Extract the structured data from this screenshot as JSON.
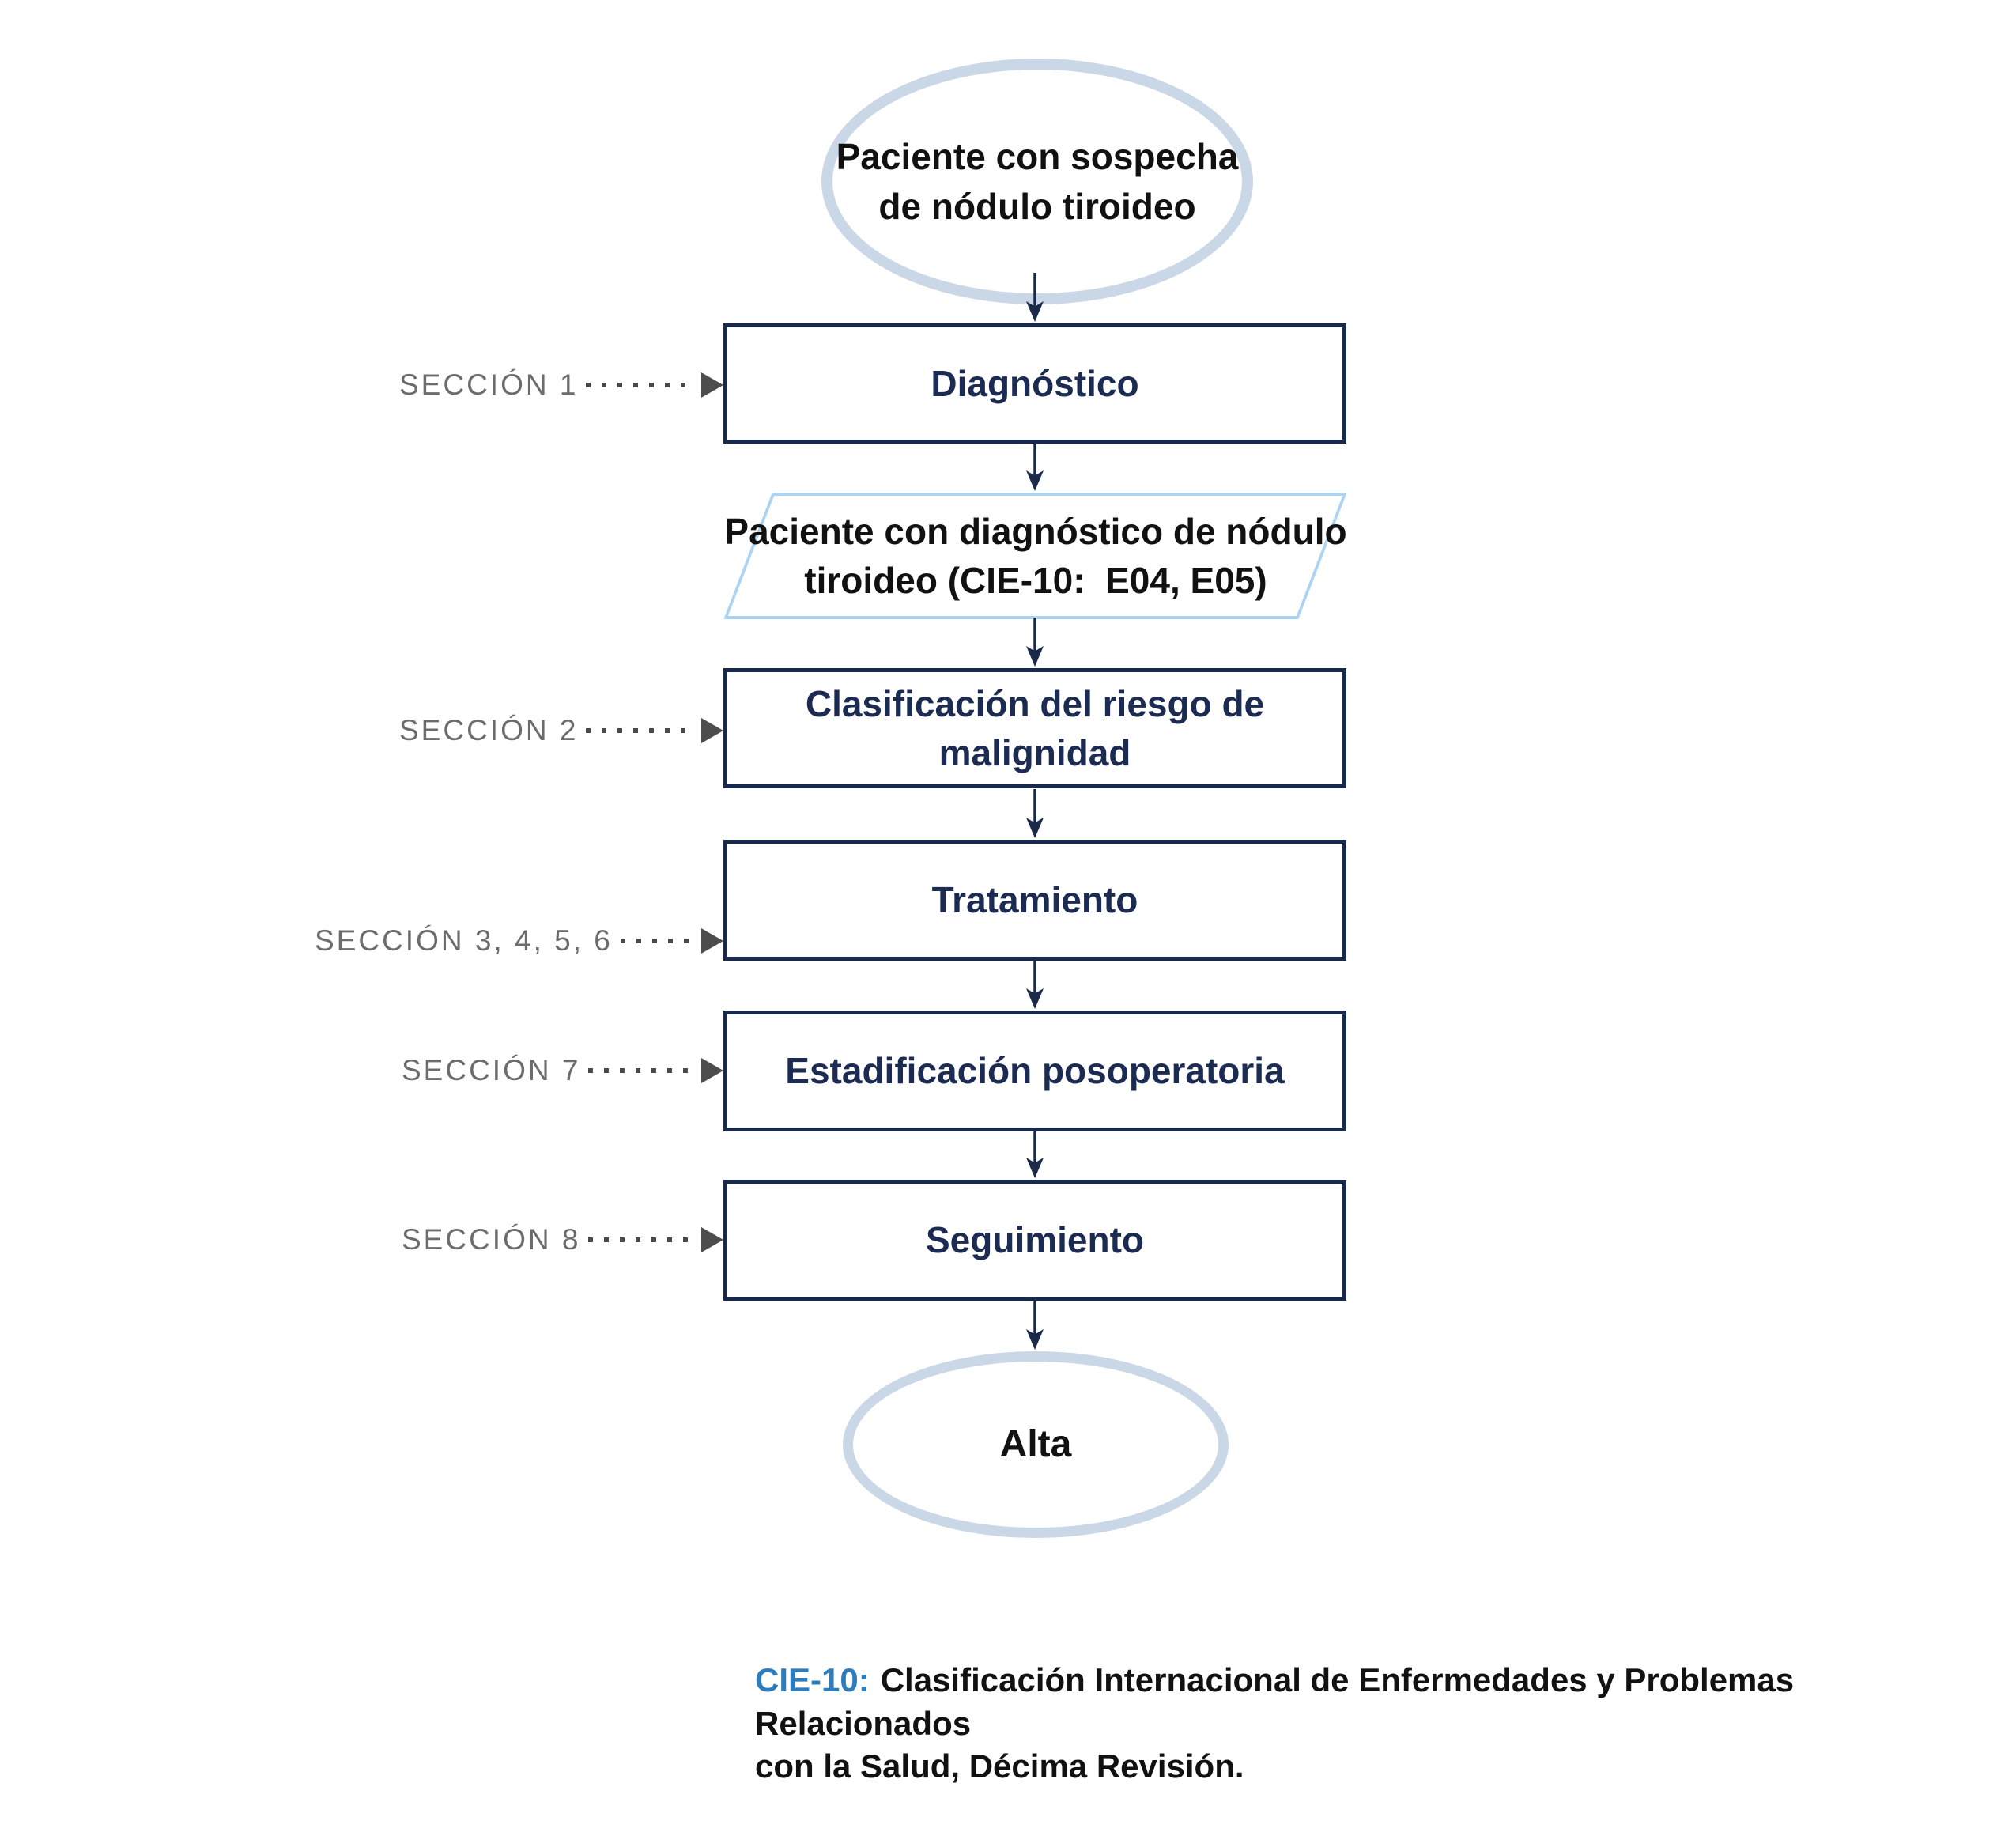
{
  "flowchart": {
    "start_node": {
      "label": "Paciente con sospecha\nde nódulo tiroideo",
      "shape": "ellipse"
    },
    "process_nodes": {
      "diagnostico": "Diagnóstico",
      "clasificacion": "Clasificación del riesgo de\nmalignidad",
      "tratamiento": "Tratamiento",
      "estadificacion": "Estadificación posoperatoria",
      "seguimiento": "Seguimiento"
    },
    "data_node": {
      "label": "Paciente con diagnóstico de nódulo\ntiroideo (CIE-10:  E04, E05)",
      "shape": "parallelogram"
    },
    "end_node": {
      "label": "Alta",
      "shape": "ellipse"
    },
    "section_labels": {
      "s1": "SECCIÓN 1",
      "s2": "SECCIÓN 2",
      "s3456": "SECCIÓN 3, 4, 5, 6",
      "s7": "SECCIÓN 7",
      "s8": "SECCIÓN 8"
    },
    "footnote": {
      "term": "CIE-10:",
      "definition": "Clasificación Internacional de Enfermedades y Problemas Relacionados\ncon la Salud, Décima Revisión."
    },
    "colors": {
      "box_border_navy": "#17294d",
      "box_text_navy": "#1b2b52",
      "ellipse_border_blue": "#c9d7e7",
      "parallelogram_border_blue": "#abd4f2",
      "section_label_gray": "#6c6c6c",
      "connector_gray": "#4d4d4d",
      "footnote_term_blue": "#2d7cbe",
      "node_text_black": "#111111"
    }
  }
}
